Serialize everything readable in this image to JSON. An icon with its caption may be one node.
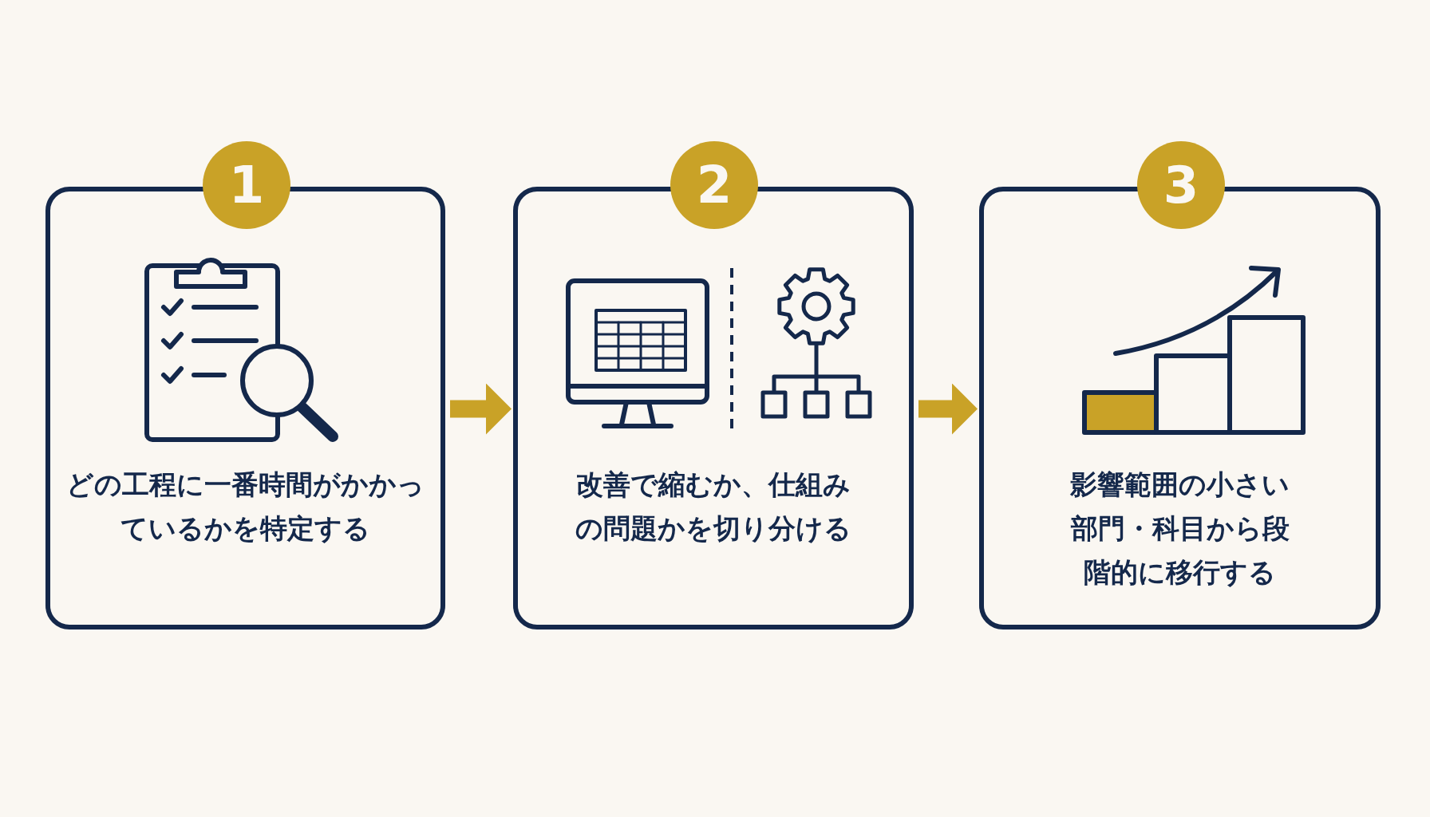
{
  "diagram": {
    "nodes": [
      {
        "text": [
          "どの工程に一番時間がかかっているかを特定する"
        ]
      },
      {
        "text": [
          "1"
        ]
      },
      {
        "text": [
          "改善で縮むか、仕組みの問題かを切り分ける"
        ]
      },
      {
        "text": [
          "2"
        ]
      },
      {
        "text": [
          "影響範囲の小さい部門・科目から段階的に移行する"
        ]
      },
      {
        "text": [
          "3"
        ]
      }
    ],
    "edges": [
      {
        "from": 0,
        "to": 2,
        "arrow": "to"
      },
      {
        "from": 2,
        "to": 4,
        "arrow": "to"
      }
    ]
  }
}
